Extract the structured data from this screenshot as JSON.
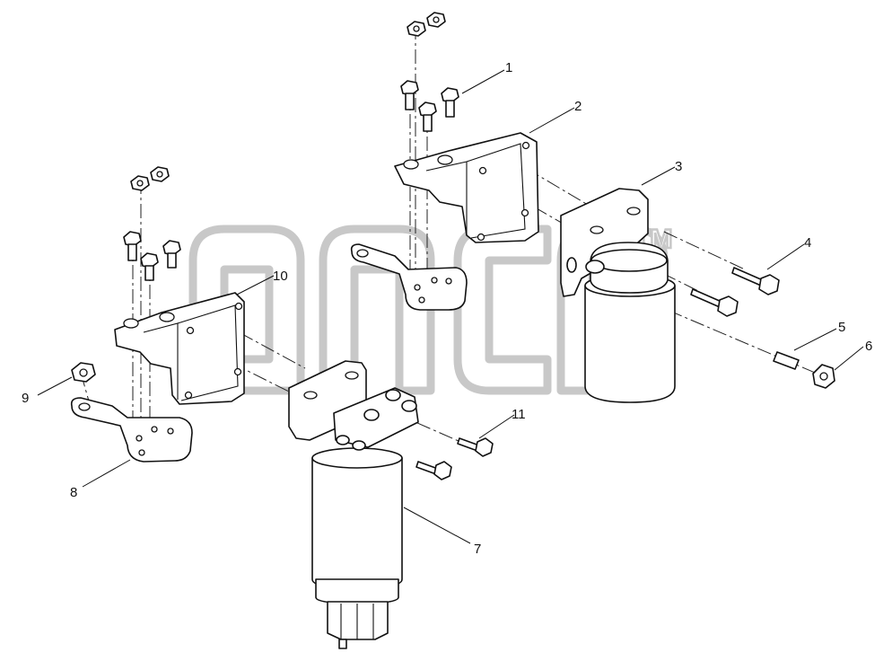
{
  "watermark": {
    "trademark": "TM"
  },
  "callouts": {
    "c1": "1",
    "c2": "2",
    "c3": "3",
    "c4": "4",
    "c5": "5",
    "c6": "6",
    "c7": "7",
    "c8": "8",
    "c9": "9",
    "c10": "10",
    "c11": "11"
  }
}
